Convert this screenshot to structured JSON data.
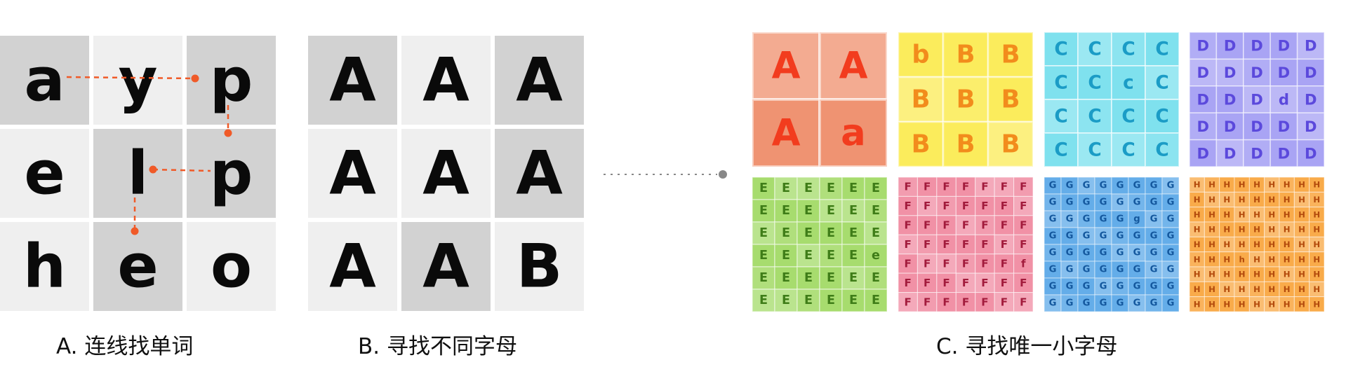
{
  "panels": {
    "a": {
      "caption": "A. 连线找单词",
      "letters": [
        [
          "a",
          "y",
          "p"
        ],
        [
          "e",
          "l",
          "p"
        ],
        [
          "h",
          "e",
          "o"
        ]
      ],
      "shades": [
        [
          "dark",
          "light",
          "dark"
        ],
        [
          "light",
          "dark",
          "dark"
        ],
        [
          "light",
          "dark",
          "light"
        ]
      ]
    },
    "b": {
      "caption": "B. 寻找不同字母",
      "letters": [
        [
          "A",
          "A",
          "A"
        ],
        [
          "A",
          "A",
          "A"
        ],
        [
          "A",
          "A",
          "B"
        ]
      ],
      "shades": [
        [
          "dark",
          "light",
          "dark"
        ],
        [
          "light",
          "light",
          "dark"
        ],
        [
          "light",
          "dark",
          "light"
        ]
      ]
    },
    "c": {
      "caption": "C. 寻找唯一小字母",
      "grids": [
        {
          "letter": "A",
          "odd": "a",
          "odd_cell": [
            1,
            1
          ],
          "size": 2,
          "bg": "#ef9372",
          "text": "#f23c1e"
        },
        {
          "letter": "B",
          "odd": "b",
          "odd_cell": [
            0,
            0
          ],
          "size": 3,
          "bg": "#fbec5c",
          "text": "#f28c1c"
        },
        {
          "letter": "C",
          "odd": "c",
          "odd_cell": [
            1,
            2
          ],
          "size": 4,
          "bg": "#7fe1ee",
          "text": "#1b9cc6"
        },
        {
          "letter": "D",
          "odd": "d",
          "odd_cell": [
            2,
            3
          ],
          "size": 5,
          "bg": "#a9a4f4",
          "text": "#5b49dc"
        },
        {
          "letter": "E",
          "odd": "e",
          "odd_cell": [
            3,
            5
          ],
          "size": 6,
          "bg": "#a7dc6e",
          "text": "#3f7d18"
        },
        {
          "letter": "F",
          "odd": "f",
          "odd_cell": [
            4,
            6
          ],
          "size": 7,
          "bg": "#f191a6",
          "text": "#a21b3c"
        },
        {
          "letter": "G",
          "odd": "g",
          "odd_cell": [
            2,
            5
          ],
          "size": 8,
          "bg": "#64ade9",
          "text": "#14589e"
        },
        {
          "letter": "H",
          "odd": "h",
          "odd_cell": [
            5,
            3
          ],
          "size": 9,
          "bg": "#f9ab4a",
          "text": "#b34a0c"
        }
      ]
    }
  },
  "colors": {
    "cell_dark": "#d2d2d2",
    "cell_light": "#efefef",
    "letter": "#0a0a0a",
    "path": "#f05a28",
    "connector": "#888888"
  }
}
